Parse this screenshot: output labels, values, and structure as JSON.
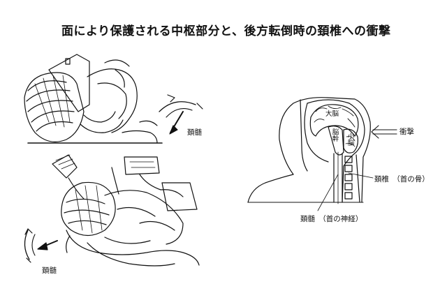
{
  "title": "面により保護される中枢部分と、後方転倒時の頚椎への衝撃",
  "labels": {
    "cord_top": "頚髄",
    "cord_bottom": "頚髄",
    "cerebrum": "大脳",
    "brainstem": "脳幹",
    "cerebellum": "小脳",
    "impact": "衝撃",
    "cervical_spine": "頚椎　（首の骨）",
    "spinal_cord": "頚髄　（首の神経）"
  }
}
